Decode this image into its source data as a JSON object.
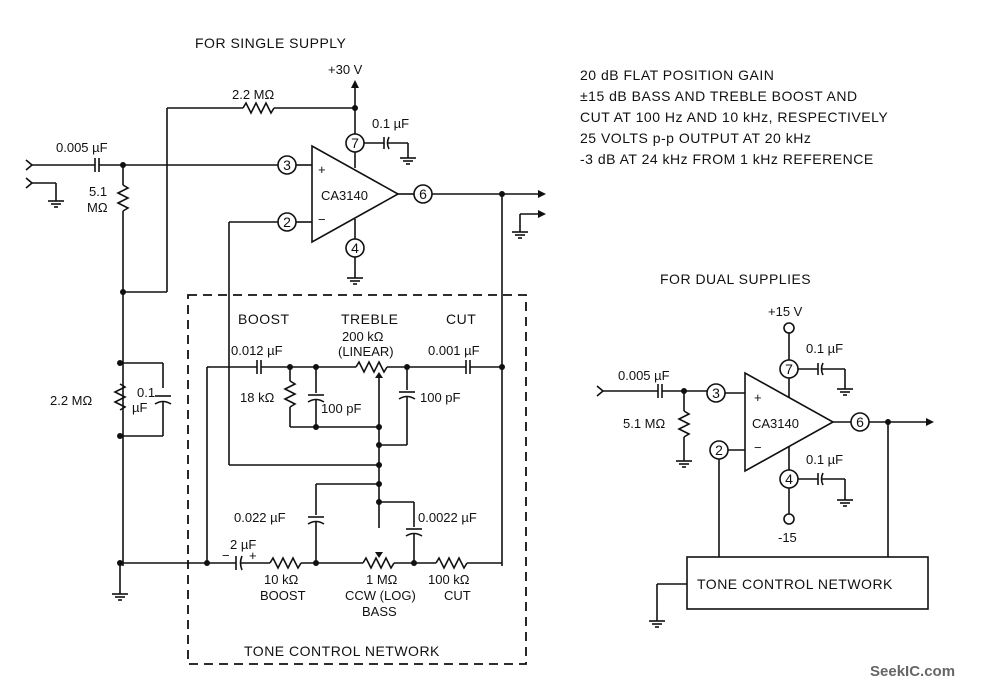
{
  "title_single": "FOR SINGLE SUPPLY",
  "title_dual": "FOR DUAL SUPPLIES",
  "specs": [
    "20 dB FLAT POSITION GAIN",
    "±15 dB BASS AND TREBLE BOOST AND",
    "CUT AT 100 Hz AND 10 kHz, RESPECTIVELY",
    "25 VOLTS p-p OUTPUT AT 20 kHz",
    "-3 dB AT 24 kHz FROM 1 kHz REFERENCE"
  ],
  "single": {
    "supply": "+30 V",
    "opamp": "CA3140",
    "pins": {
      "noninv": "3",
      "inv": "2",
      "vplus": "7",
      "out": "6",
      "vminus": "4"
    },
    "c_in": "0.005 µF",
    "r_in": [
      "5.1",
      "MΩ"
    ],
    "r_bias_top": "2.2 MΩ",
    "c_bypass": "0.1 µF",
    "r_bias_bot": "2.2 MΩ",
    "c_bias_bot": [
      "0.1",
      "µF"
    ]
  },
  "network": {
    "boost": "BOOST",
    "treble": "TREBLE",
    "cut": "CUT",
    "c_treble_boost": "0.012 µF",
    "pot_treble": [
      "200 kΩ",
      "(LINEAR)"
    ],
    "c_treble_cut": "0.001 µF",
    "r_18k": "18 kΩ",
    "c_100pf_a": "100 pF",
    "c_100pf_b": "100 pF",
    "c_bass_boost": "0.022 µF",
    "c_bass_cut": "0.0022 µF",
    "c_coupling": "2 µF",
    "c_coupling_minus": "−",
    "c_coupling_plus": "+",
    "r_boost": [
      "10 kΩ",
      "BOOST"
    ],
    "pot_bass": [
      "1 MΩ",
      "CCW (LOG)",
      "BASS"
    ],
    "r_cut": [
      "100 kΩ",
      "CUT"
    ],
    "label": "TONE CONTROL NETWORK"
  },
  "dual": {
    "vplus": "+15 V",
    "vminus": "-15",
    "opamp": "CA3140",
    "pins": {
      "noninv": "3",
      "inv": "2",
      "vplus": "7",
      "out": "6",
      "vminus": "4"
    },
    "c_in": "0.005 µF",
    "r_in": "5.1 MΩ",
    "c_bypass_top": "0.1 µF",
    "c_bypass_bot": "0.1 µF",
    "block": "TONE CONTROL NETWORK",
    "plus_sign": "+",
    "minus_sign": "−"
  },
  "watermark": "SeekIC.com"
}
